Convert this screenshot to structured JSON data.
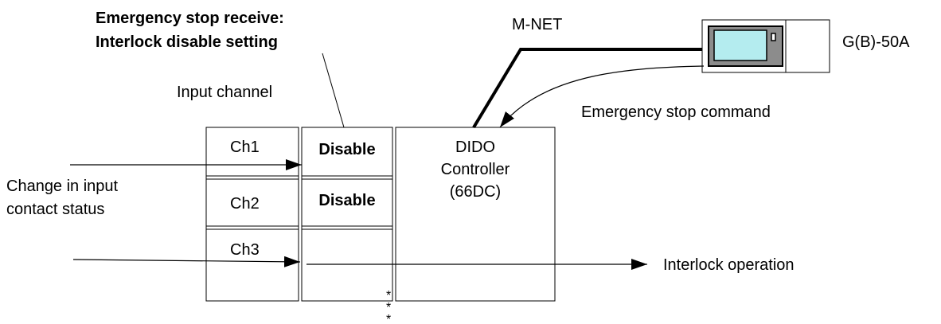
{
  "title": {
    "line1": "Emergency stop receive:",
    "line2": "Interlock disable setting"
  },
  "network_label": "M-NET",
  "device_label": "G(B)-50A",
  "input_channel_label": "Input channel",
  "command_label": "Emergency stop command",
  "channels": [
    {
      "name": "Ch1",
      "setting": "Disable"
    },
    {
      "name": "Ch2",
      "setting": "Disable"
    },
    {
      "name": "Ch3",
      "setting": ""
    }
  ],
  "controller": {
    "line1": "DIDO",
    "line2": "Controller",
    "line3": "(66DC)"
  },
  "input_change_label": {
    "line1": "Change in input",
    "line2": "contact status"
  },
  "output_label": "Interlock operation",
  "continuation_marks": [
    "*",
    "*",
    "*"
  ],
  "colors": {
    "line": "#000000",
    "device_body": "#ffffff",
    "screen_frame": "#8c8c8c",
    "screen": "#b4ecef"
  },
  "icons": {
    "device": "controller-terminal-icon"
  }
}
